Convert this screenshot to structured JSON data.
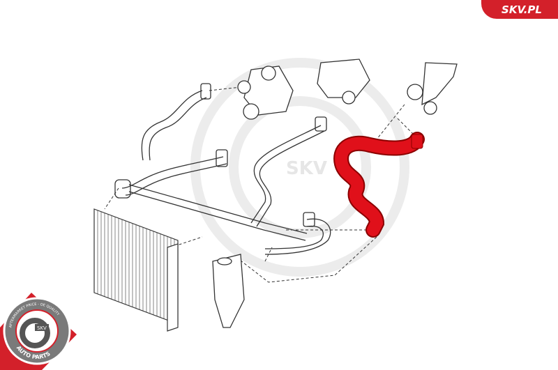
{
  "brand": {
    "site_label": "SKV.PL",
    "accent_color": "#d3202a"
  },
  "badge": {
    "top_text": "AFTERMARKET PRICE - OE QUALITY",
    "center_text": "SKV",
    "bottom_text": "AUTO PARTS"
  },
  "watermark": {
    "text": "SKV"
  },
  "diagram": {
    "highlight_color": "#e0101a",
    "line_color": "#333333"
  }
}
